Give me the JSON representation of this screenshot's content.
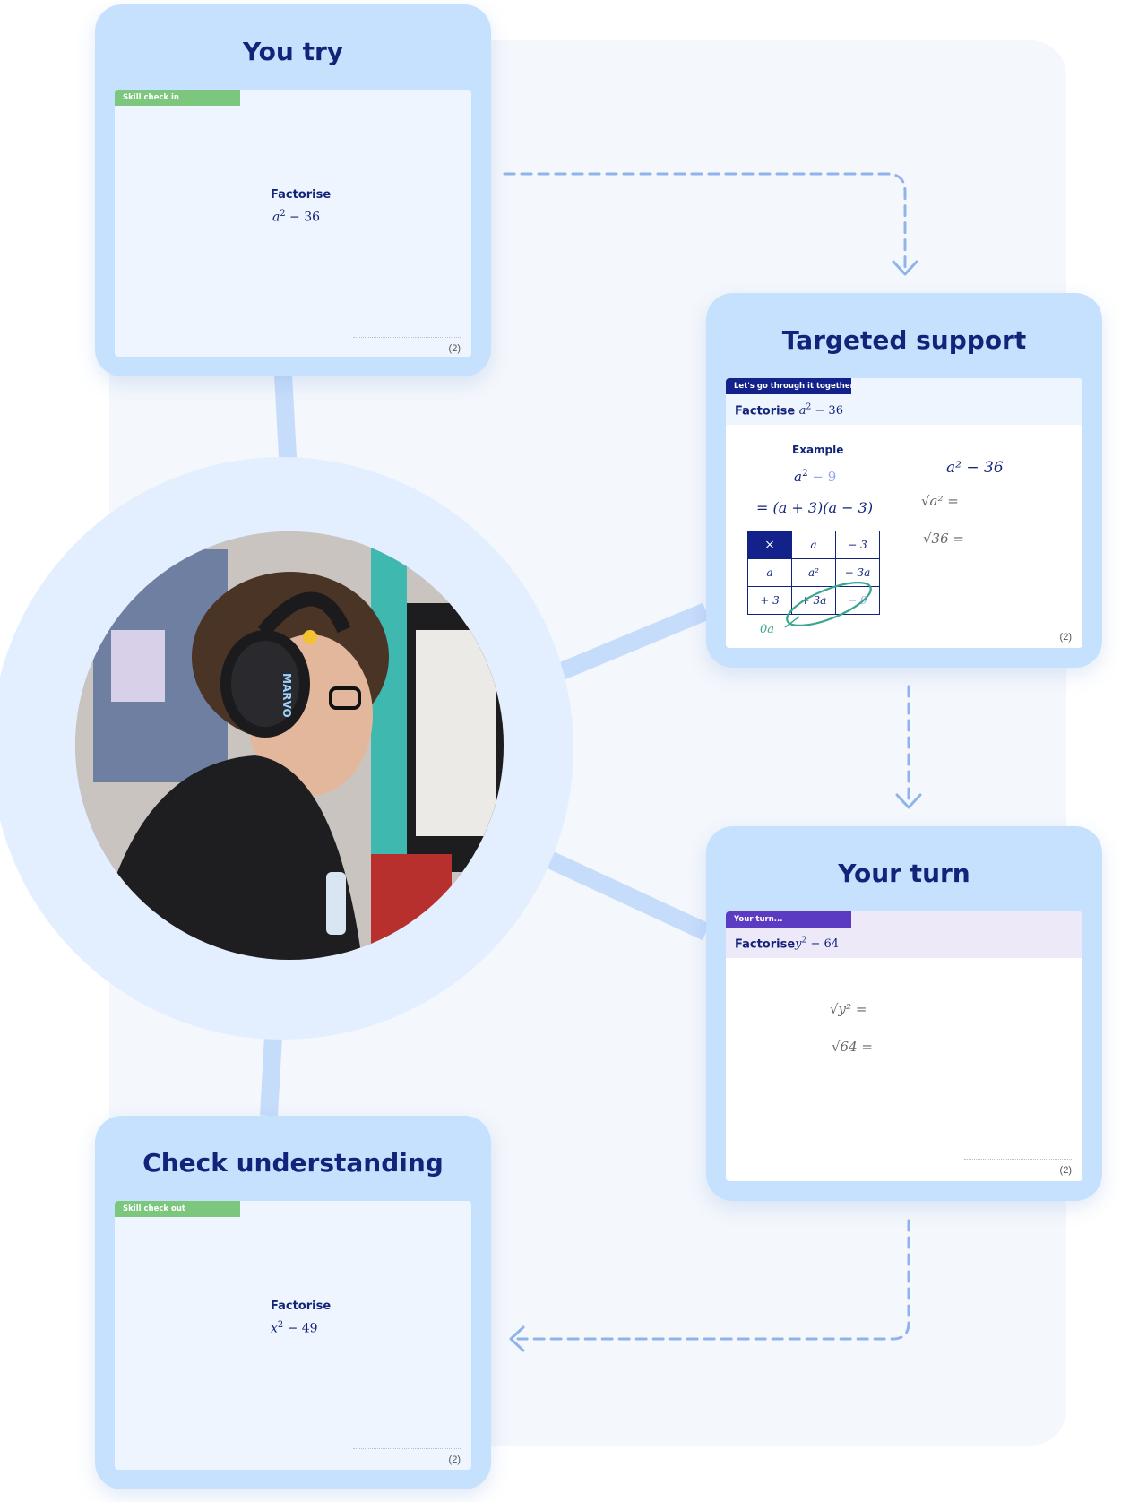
{
  "cards": {
    "you_try": {
      "title": "You try",
      "tag": "Skill check in",
      "label": "Factorise",
      "expr_base": "a",
      "expr_exp": "2",
      "expr_rest": " − 36",
      "marks": "(2)"
    },
    "targeted_support": {
      "title": "Targeted support",
      "tag": "Let's go through it together.",
      "question_label": "Factorise ",
      "question_base": "a",
      "question_exp": "2",
      "question_rest": " − 36",
      "example_label": "Example",
      "example_base": "a",
      "example_exp": "2",
      "example_rest": " − 9",
      "example_result": "= (a + 3)(a − 3)",
      "grid": {
        "header": [
          "×",
          "a",
          "− 3"
        ],
        "rows": [
          [
            "a",
            "a²",
            "− 3a"
          ],
          [
            "+ 3",
            "+ 3a",
            "− 9"
          ]
        ]
      },
      "zero_label": "0a",
      "right_expr": "a² − 36",
      "sqrt_a": "√a² =",
      "sqrt_36": "√36 =",
      "marks": "(2)"
    },
    "your_turn": {
      "title": "Your turn",
      "tag": "Your turn...",
      "question_label": "Factorise",
      "question_base": "y",
      "question_exp": "2",
      "question_rest": " − 64",
      "sqrt_y": "√y² =",
      "sqrt_64": "√64 =",
      "marks": "(2)"
    },
    "check_understanding": {
      "title": "Check understanding",
      "tag": "Skill check out",
      "label": "Factorise",
      "expr_base": "x",
      "expr_exp": "2",
      "expr_rest": " − 49",
      "marks": "(2)"
    }
  },
  "photo": {
    "headphone_brand": "MARVO"
  },
  "colors": {
    "card_bg": "#c6e1fd",
    "title_navy": "#12247a",
    "connector": "#c6dcfb",
    "dash_arrow": "#8fb4ec",
    "tag_green": "#7dc67e",
    "tag_navy": "#13218a",
    "tag_purple": "#5b3bc2"
  }
}
